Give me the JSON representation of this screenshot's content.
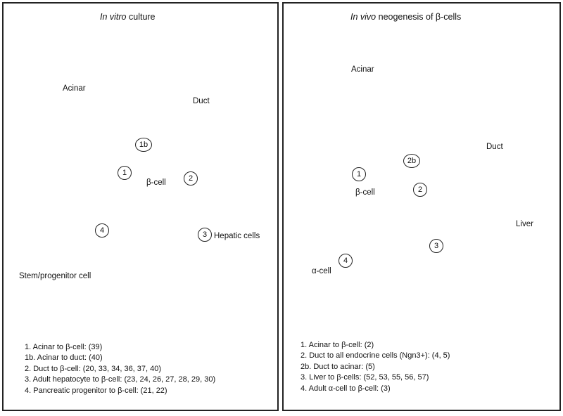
{
  "left": {
    "title_italic": "In vitro",
    "title_rest": " culture",
    "labels": {
      "acinar": "Acinar",
      "duct": "Duct",
      "beta_cell": "β-cell",
      "hepatic": "Hepatic cells",
      "stem": "Stem/progenitor cell"
    },
    "markers": {
      "m1": "1",
      "m1b": "1b",
      "m2": "2",
      "m3": "3",
      "m4": "4"
    },
    "legend": [
      "1. Acinar to β-cell: (39)",
      "1b. Acinar to duct: (40)",
      "2. Duct to β-cell: (20, 33, 34, 36, 37, 40)",
      "3. Adult hepatocyte to β-cell: (23, 24, 26, 27, 28, 29, 30)",
      "4. Pancreatic progenitor to β-cell: (21, 22)"
    ]
  },
  "right": {
    "title_italic": "In vivo",
    "title_rest": " neogenesis of β-cells",
    "labels": {
      "acinar": "Acinar",
      "duct": "Duct",
      "beta_cell": "β-cell",
      "liver": "Liver",
      "alpha_cell": "α-cell"
    },
    "markers": {
      "m1": "1",
      "m2": "2",
      "m2b": "2b",
      "m3": "3",
      "m4": "4"
    },
    "legend": [
      "1. Acinar to β-cell: (2)",
      "2. Duct to all endocrine cells (Ngn3+): (4, 5)",
      "2b. Duct to acinar: (5)",
      "3. Liver to β-cells: (52, 53, 55, 56, 57)",
      "4. Adult α-cell to β-cell: (3)"
    ]
  },
  "colors": {
    "acinar_fill": "#dcc1a0",
    "acinar_nucleus": "#b08a5f",
    "duct_fill": "#f7dbe1",
    "beta_fill": "#e8412f",
    "hepatic_fill": "#7a3a17",
    "stem_fill": "#c9c9c9",
    "alpha_fill": "#5ea5e8",
    "liver_dark": "#3a1d0a",
    "liver_light": "#a45a1a"
  }
}
